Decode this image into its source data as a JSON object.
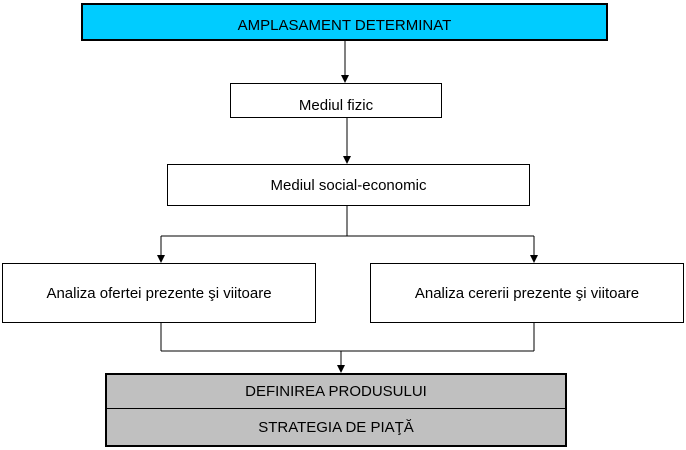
{
  "diagram": {
    "title": "AMPLASAMENT DETERMINAT",
    "step_physical": "Mediul fizic",
    "step_socioeconomic": "Mediul social-economic",
    "branch_supply": "Analiza ofertei prezente şi viitoare",
    "branch_demand": "Analiza cererii prezente şi viitoare",
    "result_product": "DEFINIREA PRODUSULUI",
    "result_strategy": "STRATEGIA DE PIAŢĂ"
  },
  "colors": {
    "title_fill": "#00ccff",
    "result_fill": "#c0c0c0",
    "line": "#000000"
  }
}
